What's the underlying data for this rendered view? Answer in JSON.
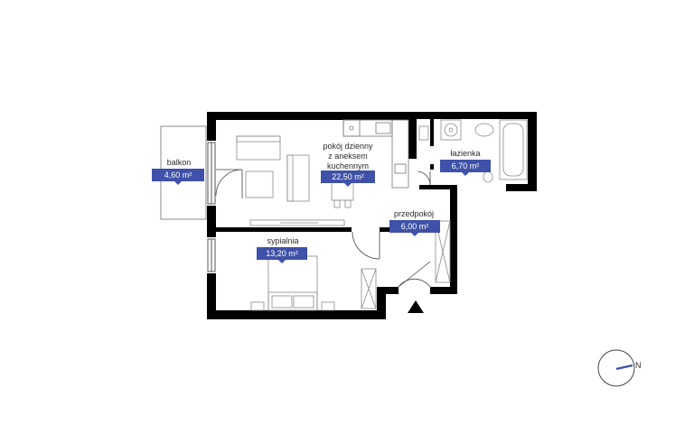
{
  "rooms": {
    "balkon": {
      "name": "balkon",
      "area": "4,60 m²"
    },
    "living": {
      "name_lines": [
        "pokój dzienny",
        "z aneksem",
        "kuchennym"
      ],
      "area": "22,50 m²"
    },
    "bathroom": {
      "name": "łazienka",
      "area": "6,70 m²"
    },
    "hall": {
      "name": "przedpokój",
      "area": "6,00 m²"
    },
    "bedroom": {
      "name": "sypialnia",
      "area": "13,20 m²"
    }
  },
  "compass": {
    "north_letter": "N"
  },
  "colors": {
    "walls": "#000000",
    "badge": "#3f51a8",
    "compass_needle": "#3f51a8",
    "furniture": "#8a8a8a"
  }
}
